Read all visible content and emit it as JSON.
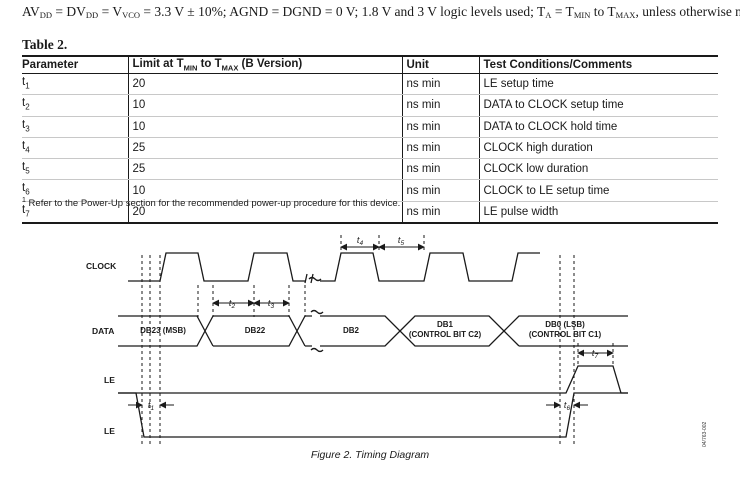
{
  "conditions": {
    "parts": [
      {
        "t": "AV"
      },
      {
        "s": "DD"
      },
      {
        "t": " = DV"
      },
      {
        "s": "DD"
      },
      {
        "t": " = V"
      },
      {
        "s": "VCO"
      },
      {
        "t": " = 3.3 V ± 10%; AGND = DGND = 0 V; 1.8 V and 3 V logic levels used; T"
      },
      {
        "s": "A"
      },
      {
        "t": " = T"
      },
      {
        "s": "MIN"
      },
      {
        "t": " to T"
      },
      {
        "s": "MAX"
      },
      {
        "t": ", unless otherwise noted."
      }
    ]
  },
  "table": {
    "title": "Table 2.",
    "headers": {
      "parameter": "Parameter",
      "limit_pre": "Limit at T",
      "limit_min": "MIN",
      "limit_mid": " to T",
      "limit_max": "MAX",
      "limit_post": " (B Version)",
      "unit": "Unit",
      "conditions": "Test Conditions/Comments"
    },
    "rows": [
      {
        "param": "t",
        "sub": "1",
        "limit": "20",
        "unit": "ns min",
        "comment": "LE setup time"
      },
      {
        "param": "t",
        "sub": "2",
        "limit": "10",
        "unit": "ns min",
        "comment": "DATA to CLOCK setup time"
      },
      {
        "param": "t",
        "sub": "3",
        "limit": "10",
        "unit": "ns min",
        "comment": "DATA to CLOCK hold time"
      },
      {
        "param": "t",
        "sub": "4",
        "limit": "25",
        "unit": "ns min",
        "comment": "CLOCK high duration"
      },
      {
        "param": "t",
        "sub": "5",
        "limit": "25",
        "unit": "ns min",
        "comment": "CLOCK low duration"
      },
      {
        "param": "t",
        "sub": "6",
        "limit": "10",
        "unit": "ns min",
        "comment": "CLOCK to LE setup time"
      },
      {
        "param": "t",
        "sub": "7",
        "limit": "20",
        "unit": "ns min",
        "comment": "LE pulse width"
      }
    ]
  },
  "footnote": {
    "mark": "1",
    "text": " Refer to the Power-Up section for the recommended power-up procedure for this device."
  },
  "diagram": {
    "signals": [
      "CLOCK",
      "DATA",
      "LE",
      "LE"
    ],
    "data_segments": [
      "DB23 (MSB)",
      "DB22",
      "DB2",
      "DB1",
      "DB0 (LSB)"
    ],
    "data_segment_sub": [
      "",
      "",
      "",
      "(CONTROL BIT C2)",
      "(CONTROL BIT C1)"
    ],
    "timing_labels": [
      "t1",
      "t2",
      "t3",
      "t4",
      "t5",
      "t6",
      "t7"
    ],
    "side_code": "04/763-002"
  },
  "caption": "Figure 2. Timing Diagram"
}
